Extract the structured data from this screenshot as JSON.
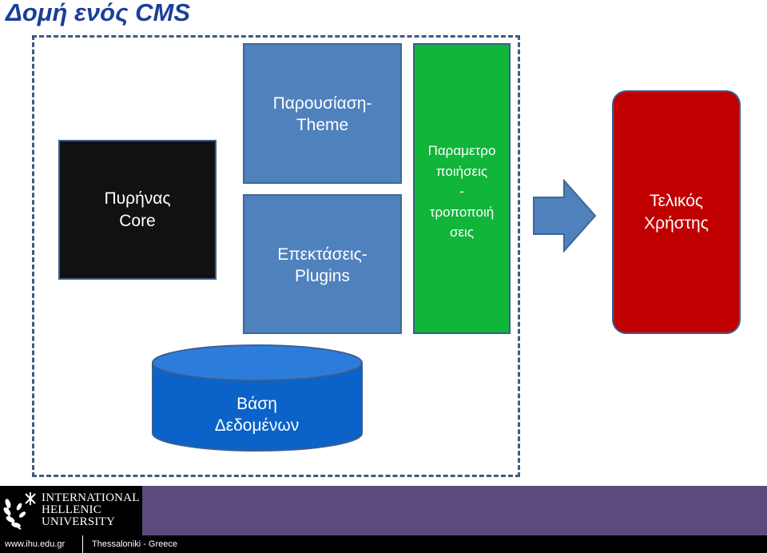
{
  "slide": {
    "title": "Δομή ενός CMS"
  },
  "diagram": {
    "core": {
      "line1": "Πυρήνας",
      "line2": "Core"
    },
    "theme": {
      "line1": "Παρουσίαση-",
      "line2": "Theme"
    },
    "plugins": {
      "line1": "Επεκτάσεις-",
      "line2": "Plugins"
    },
    "customizations": {
      "line1": "Παραμετρο",
      "line2": "ποιήσεις",
      "line3": "-",
      "line4": "τροποποιή",
      "line5": "σεις"
    },
    "end_user": {
      "line1": "Τελικός",
      "line2": "Χρήστης"
    },
    "database": {
      "line1": "Βάση",
      "line2": "Δεδομένων"
    },
    "colors": {
      "core": "#111111",
      "theme": "#4f81bd",
      "plugins": "#4f81bd",
      "customizations": "#10b53a",
      "end_user": "#c00000",
      "database": "#0b62c9",
      "arrow": "#4f81bd",
      "frame": "#3f5a7f"
    }
  },
  "footer": {
    "university_line1": "INTERNATIONAL",
    "university_line2": "HELLENIC",
    "university_line3": "UNIVERSITY",
    "url": "www.ihu.edu.gr",
    "location": "Thessaloniki - Greece",
    "background": "#5b4a7c"
  }
}
